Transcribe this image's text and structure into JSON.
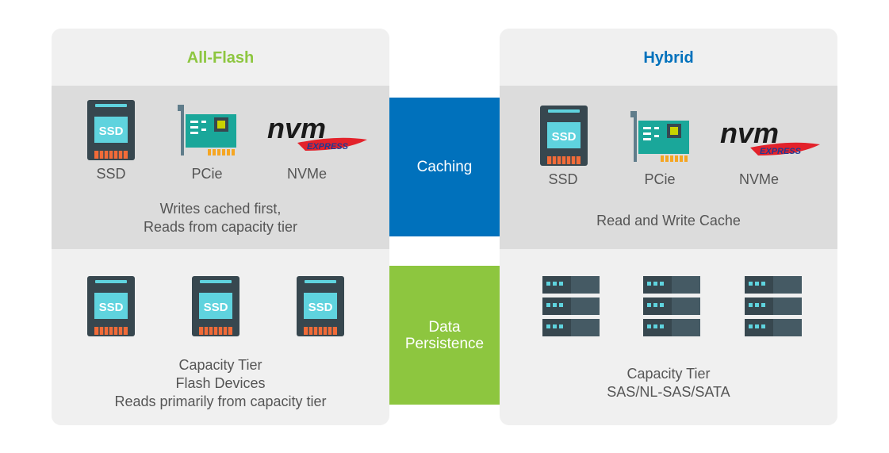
{
  "left": {
    "title": "All-Flash",
    "cache_devices": [
      "SSD",
      "PCie",
      "NVMe"
    ],
    "cache_desc": [
      "Writes cached first,",
      "Reads from capacity tier"
    ],
    "capacity_desc": [
      "Capacity Tier",
      "Flash Devices",
      "Reads primarily from capacity tier"
    ]
  },
  "right": {
    "title": "Hybrid",
    "cache_devices": [
      "SSD",
      "PCie",
      "NVMe"
    ],
    "cache_desc": [
      "Read and Write Cache"
    ],
    "capacity_desc": [
      "Capacity Tier",
      "SAS/NL-SAS/SATA"
    ]
  },
  "bands": {
    "caching": [
      "Caching"
    ],
    "persistence": [
      "Data",
      "Persistence"
    ]
  },
  "icons": {
    "ssd_text": "SSD",
    "nvm_logo": "nvm",
    "nvm_express": "EXPRESS"
  },
  "colors": {
    "all_flash": "#8dc63f",
    "hybrid": "#0071bc",
    "caching_band": "#0071bc",
    "persistence_band": "#8dc63f",
    "ssd_body": "#37474f",
    "ssd_label": "#5fd3de",
    "ssd_pins": "#f26b38",
    "pcie_board": "#1aa79a",
    "nvme_red": "#e3222b"
  }
}
